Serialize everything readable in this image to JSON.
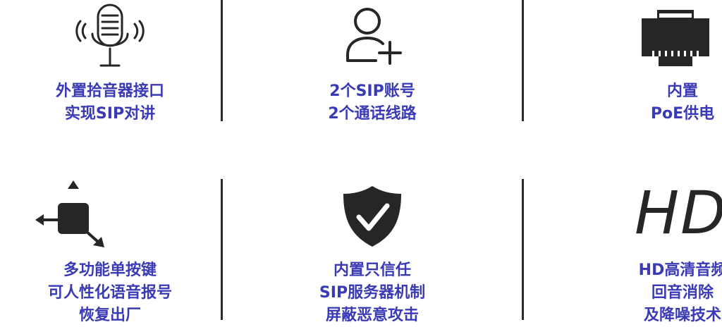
{
  "colors": {
    "text": "#3a3ab6",
    "icon": "#262626",
    "divider": "#2b2b2b"
  },
  "features": [
    {
      "icon": "microphone-icon",
      "lines": [
        "外置拾音器接口",
        "实现SIP对讲"
      ]
    },
    {
      "icon": "add-user-icon",
      "lines": [
        "2个SIP账号",
        "2个通话线路"
      ]
    },
    {
      "icon": "ethernet-port-icon",
      "lines": [
        "内置",
        "PoE供电"
      ]
    },
    {
      "icon": "multi-function-button-icon",
      "lines": [
        "多功能单按键",
        "可人性化语音报号",
        "恢复出厂"
      ]
    },
    {
      "icon": "shield-check-icon",
      "lines": [
        "内置只信任",
        "SIP服务器机制",
        "屏蔽恶意攻击"
      ]
    },
    {
      "icon": "hd-audio-icon",
      "hd_text": "HD",
      "lines": [
        "HD高清音频",
        "回音消除",
        "及降噪技术"
      ]
    }
  ]
}
